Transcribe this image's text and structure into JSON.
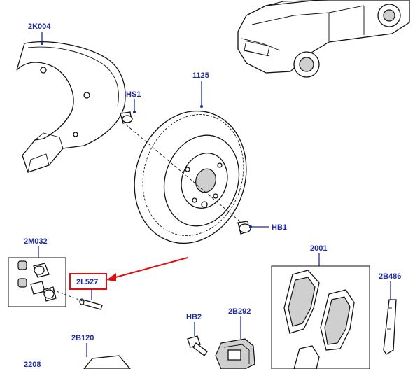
{
  "labels": {
    "heat_shield": "2K004",
    "heat_shield_screw": "HS1",
    "disc": "1125",
    "disc_screw": "HB1",
    "guide_pin_kit": "2M032",
    "guide_pin": "2L527",
    "pad_set": "2001",
    "pad_sensor": "2B486",
    "caliper_bolt": "HB2",
    "caliper_carrier": "2B292",
    "caliper": "2B120",
    "piston": "2208"
  },
  "highlight_color": "#e01010",
  "label_color": "#1f2b9c"
}
